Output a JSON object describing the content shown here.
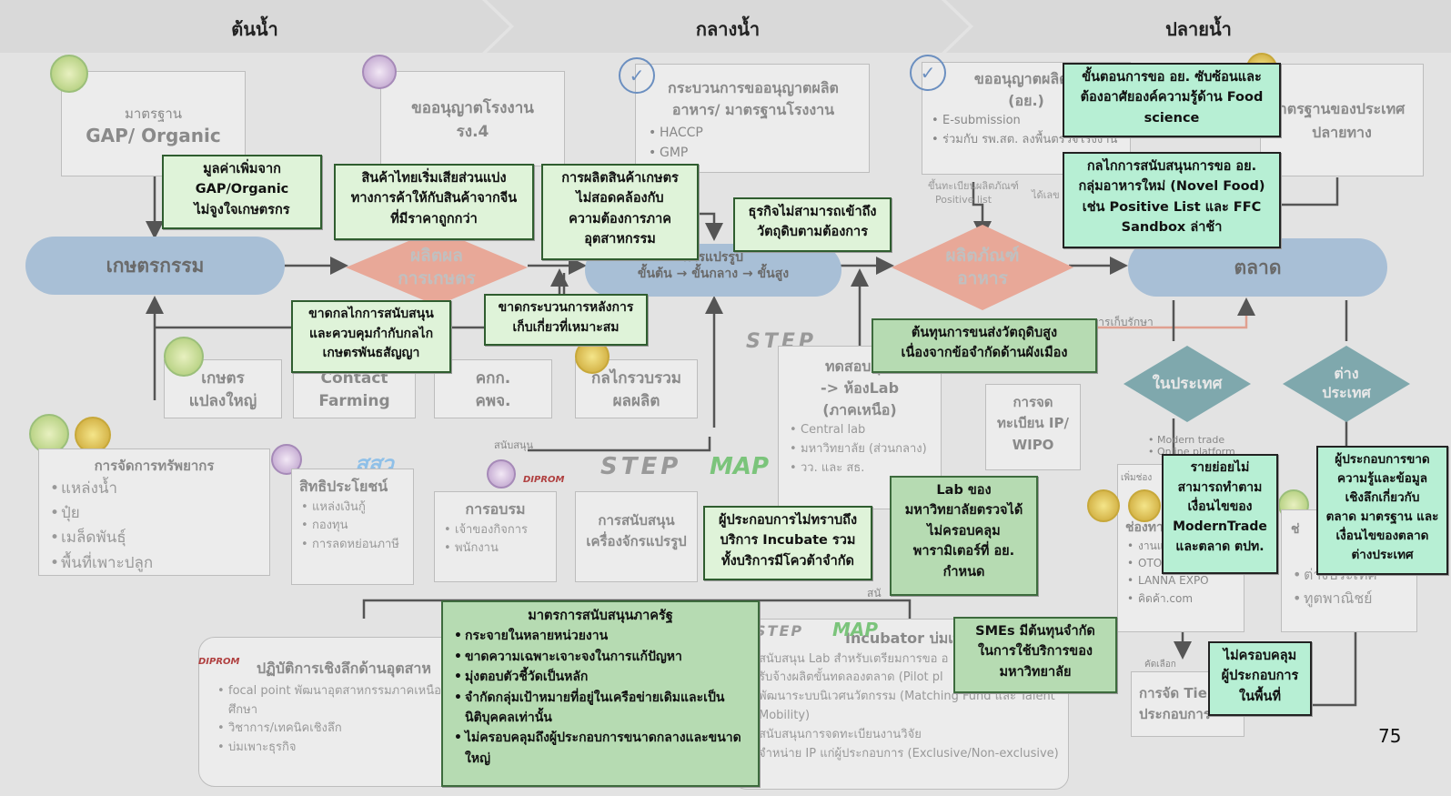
{
  "headers": {
    "upstream": "ต้นน้ำ",
    "midstream": "กลางน้ำ",
    "downstream": "ปลายน้ำ"
  },
  "main_nodes": {
    "agriculture": "เกษตรกรรม",
    "agri_produce": "ผลิตผล\nการเกษตร",
    "processing_top": "การแปรรูป",
    "processing_steps": "ขั้นต้น → ขั้นกลาง → ขั้นสูง",
    "food_product": "ผลิตภัณฑ์\nอาหาร",
    "market": "ตลาด",
    "domestic": "ในประเทศ",
    "foreign": "ต่าง\nประเทศ"
  },
  "cards": {
    "gap": {
      "line1": "มาตรฐาน",
      "line2": "GAP/ Organic"
    },
    "factory": {
      "line1": "ขออนุญาตโรงงาน",
      "line2": "รง.4"
    },
    "food_license": {
      "title": "กระบวนการขออนุญาตผลิต\nอาหาร/ มาตรฐานโรงงาน",
      "items": [
        "HACCP",
        "GMP"
      ]
    },
    "food_reg": {
      "title": "ขออนุญาตผลิตภั\n(อย.)",
      "items": [
        "E-submission",
        "ร่วมกับ รพ.สต. ลงพื้นตรวจโรงงาน"
      ],
      "extra": "ขึ้นทะเบียนผลิตภัณฑ์",
      "extra_item": "Positive list",
      "side": "ได้เลข"
    },
    "dest_std": {
      "title": "าตรฐานของประเทศ\nปลายทาง"
    },
    "big_farm": "เกษตร\nแปลงใหญ่",
    "contract": "Contact\nFarming",
    "kkk": "คกก.\nคพจ.",
    "collect": "กลไกรวบรวม\nผลผลิต",
    "resource": {
      "title": "การจัดการทรัพยากร",
      "items": [
        "แหล่งน้ำ",
        "ปุ๋ย",
        "เมล็ดพันธุ์",
        "พื้นที่เพาะปลูก"
      ]
    },
    "support_small": "สนับสนุน",
    "benefit": {
      "title": "สิทธิประโยชน์",
      "items": [
        "แหล่งเงินกู้",
        "กองทุน",
        "การลดหย่อนภาษี"
      ]
    },
    "training": {
      "title": "การอบรม",
      "items": [
        "เจ้าของกิจการ",
        "พนักงาน"
      ]
    },
    "machine": "การสนับสนุน\nเครื่องจักรแปรรูป",
    "lab": {
      "title": "ทดสอบคุณ\n-> ห้องLab\n(ภาคเหนือ)",
      "items": [
        "Central lab",
        "มหาวิทยาลัย (ส่วนกลาง)",
        "วว. และ สธ."
      ]
    },
    "ip": "การจด\nทะเบียน IP/\nWIPO",
    "storage": "การเก็บรักษา",
    "channels": {
      "title": "ช่องทาง",
      "items": [
        "งานแส",
        "OTOP",
        "LANNA EXPO",
        "คิดค้า.com"
      ],
      "small": "เพิ่มช่อง"
    },
    "trade": {
      "items": [
        "Modern trade",
        "Online platform"
      ]
    },
    "abroad": {
      "title": "ช่",
      "items": [
        "ต่างประเทศ",
        "ทูตพาณิชย์"
      ]
    },
    "tier": {
      "title": "การจัด Tie\nประกอบการ",
      "small": "คัดเลือก"
    },
    "dipromp": {
      "title": "ปฏิบัติการเชิงลึกด้านอุตสาห",
      "items": [
        "focal point พัฒนาอุตสาหกรรมภาคเหนือ สถาบันการศึกษา",
        "วิชาการ/เทคนิคเชิงลึก",
        "บ่มเพาะธุรกิจ"
      ]
    },
    "incubator": {
      "title": "Incubator บ่มเพาะ",
      "items": [
        "สนับสนุน Lab สำหรับเตรียมการขอ อ",
        "รับจ้างผลิตขั้นทดลองตลาด (Pilot pl",
        "พัฒนาระบบนิเวศนวัตกรรม (Matching Fund และ Talent Mobility)",
        "สนับสนุนการจดทะเบียนงานวิจัย",
        "จำหน่าย IP แก่ผู้ประกอบการ (Exclusive/Non-exclusive)"
      ]
    },
    "small_sup": "สนั"
  },
  "logos": {
    "sao": "สสว",
    "step": "STEP",
    "map": "MAP",
    "diprom": "DIPROM"
  },
  "issues": {
    "gap_value": "มูลค่าเพิ่มจาก\nGAP/Organic\nไม่จูงใจเกษตรกร",
    "thai_share": "สินค้าไทยเริ่มเสียส่วนแบ่ง\nทางการค้าให้กับสินค้าจากจีน\nที่มีราคาถูกกว่า",
    "mismatch": "การผลิตสินค้าเกษตร\nไม่สอดคล้องกับ\nความต้องการภาค\nอุตสาหกรรม",
    "raw_access": "ธุรกิจไม่สามารถเข้าถึง\nวัตถุดิบตามต้องการ",
    "contract_lack": "ขาดกลไกการสนับสนุน\nและควบคุมกำกับกลไก\nเกษตรพันธสัญญา",
    "post_harvest": "ขาดกระบวนการหลังการ\nเก็บเกี่ยวที่เหมาะสม",
    "logistics": "ต้นทุนการขนส่งวัตถุดิบสูง\nเนื่องจากข้อจำกัดด้านผังเมือง",
    "fda_complex": "ขั้นตอนการขอ อย. ซับซ้อนและ\nต้องอาศัยองค์ความรู้ด้าน Food\nscience",
    "novel_food": "กลไกการสนับสนุนการขอ อย.\nกลุ่มอาหารใหม่ (Novel Food)\nเช่น Positive List และ FFC\nSandbox ล่าช้า",
    "incubate_info": "ผู้ประกอบการไม่ทราบถึง\nบริการ Incubate รวม\nทั้งบริการมีโควต้าจำกัด",
    "lab_params": "Lab ของ\nมหาวิทยาลัยตรวจได้\nไม่ครอบคลุม\nพารามิเตอร์ที่ อย.\nกำหนด",
    "retail": "รายย่อยไม่\nสามารถทำตาม\nเงื่อนไขของ\nModernTrade\nและตลาด ตปท.",
    "export_knowledge": "ผู้ประกอบการขาด\nความรู้และข้อมูล\nเชิงลึกเกี่ยวกับ\nตลาด มาตรฐาน และ\nเงื่อนไขของตลาด\nต่างประเทศ",
    "sme_cost": "SMEs มีต้นทุนจำกัด\nในการใช้บริการของ\nมหาวิทยาลัย",
    "local_cover": "ไม่ครอบคลุม\nผู้ประกอบการ\nในพื้นที่",
    "gov_support": {
      "title": "มาตรการสนับสนุนภาครัฐ",
      "items": [
        "กระจายในหลายหน่วยงาน",
        "ขาดความเฉพาะเจาะจงในการแก้ปัญหา",
        "มุ่งตอบตัวชี้วัดเป็นหลัก",
        "จำกัดกลุ่มเป้าหมายที่อยู่ในเครือข่ายเดิมและเป็นนิติบุคคลเท่านั้น",
        "ไม่ครอบคลุมถึงผู้ประกอบการขนาดกลางและขนาดใหญ่"
      ]
    }
  },
  "page_number": "75",
  "colors": {
    "pill": "#a8bfd6",
    "diamond_salmon": "#e8a898",
    "diamond_teal": "#7fa8ad",
    "issue_fill": "#dff3d9",
    "issue_teal": "#b7efd4"
  }
}
